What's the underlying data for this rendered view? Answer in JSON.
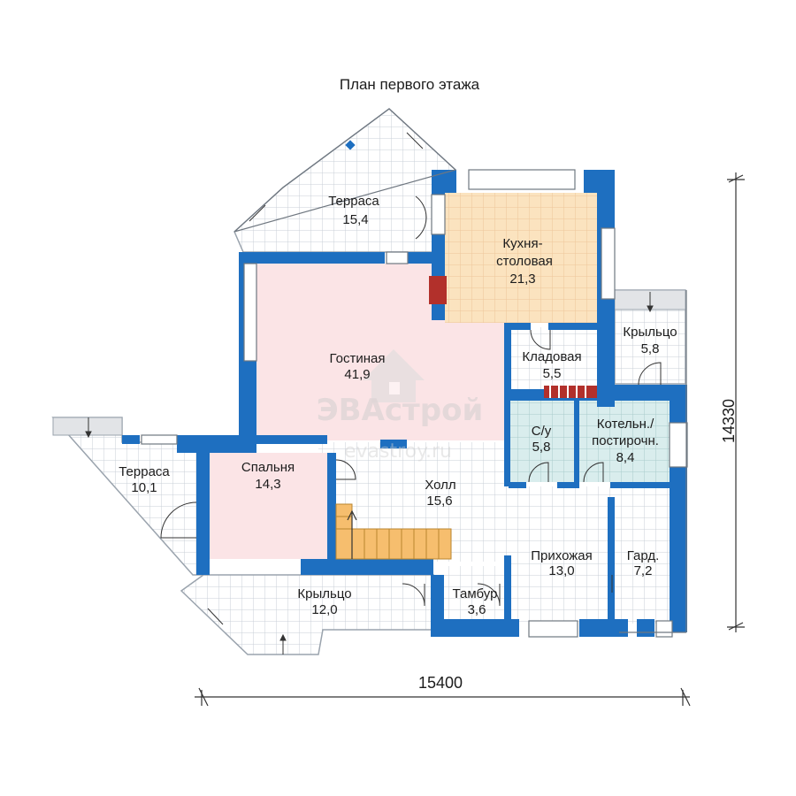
{
  "title": "План первого этажа",
  "rooms": [
    {
      "name": "Терраса",
      "area": "15,4"
    },
    {
      "name": "Кухня-",
      "name2": "столовая",
      "area": "21,3"
    },
    {
      "name": "Крыльцо",
      "area": "5,8"
    },
    {
      "name": "Гостиная",
      "area": "41,9"
    },
    {
      "name": "Кладовая",
      "area": "5,5"
    },
    {
      "name": "С/у",
      "area": "5,8"
    },
    {
      "name": "Котельн./",
      "name2": "постирочн.",
      "area": "8,4"
    },
    {
      "name": "Терраса",
      "area": "10,1"
    },
    {
      "name": "Спальня",
      "area": "14,3"
    },
    {
      "name": "Холл",
      "area": "15,6"
    },
    {
      "name": "Прихожая",
      "area": "13,0"
    },
    {
      "name": "Гард.",
      "area": "7,2"
    },
    {
      "name": "Тамбур",
      "area": "3,6"
    },
    {
      "name": "Крыльцо",
      "area": "12,0"
    }
  ],
  "dimensions": {
    "width": "15400",
    "height": "14330"
  },
  "watermark": {
    "brand": "ЭВАстрой",
    "site": "evastroy.ru"
  },
  "colors": {
    "wall": "#1e6fc0",
    "grid": "#c8ced6",
    "living": "#fbe4e6",
    "kitchen": "#fbe3bf",
    "wet": "#d8ecec",
    "stairs": "#f6be6e"
  }
}
